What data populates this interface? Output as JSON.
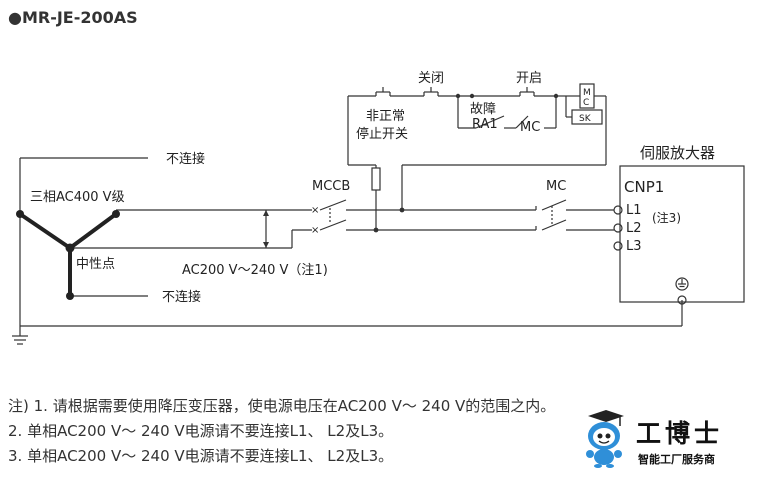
{
  "model_title": "●MR-JE-200AS",
  "labels": {
    "close": "关闭",
    "open": "开启",
    "emergency_line1": "非正常",
    "emergency_line2": "停止开关",
    "fault": "故障",
    "ra1": "RA1",
    "mc_coil_contact": "MC",
    "mc_box_m": "M",
    "mc_box_c": "C",
    "sk": "SK",
    "not_connected_top": "不连接",
    "not_connected_bottom": "不连接",
    "three_phase": "三相AC400 V级",
    "neutral": "中性点",
    "mccb": "MCCB",
    "mc_main": "MC",
    "voltage": "AC200 V～240 V（注1)",
    "servo_amp": "伺服放大器",
    "cnp1": "CNP1",
    "l1": "L1",
    "l2": "L2",
    "l3": "L3",
    "note3": "(注3)"
  },
  "notes": [
    "注) 1. 请根据需要使用降压变压器，使电源电压在AC200 V～ 240 V的范围之内。",
    "2. 单相AC200 V～ 240 V电源请不要连接L1、 L2及L3。",
    "3. 单相AC200 V～ 240 V电源请不要连接L1、 L2及L3。"
  ],
  "logo": {
    "title": "工博士",
    "subtitle": "智能工厂服务商",
    "icon": "robot-mascot-icon"
  },
  "colors": {
    "line": "#333333",
    "text": "#222222",
    "logo_blue": "#2f8fd8"
  }
}
